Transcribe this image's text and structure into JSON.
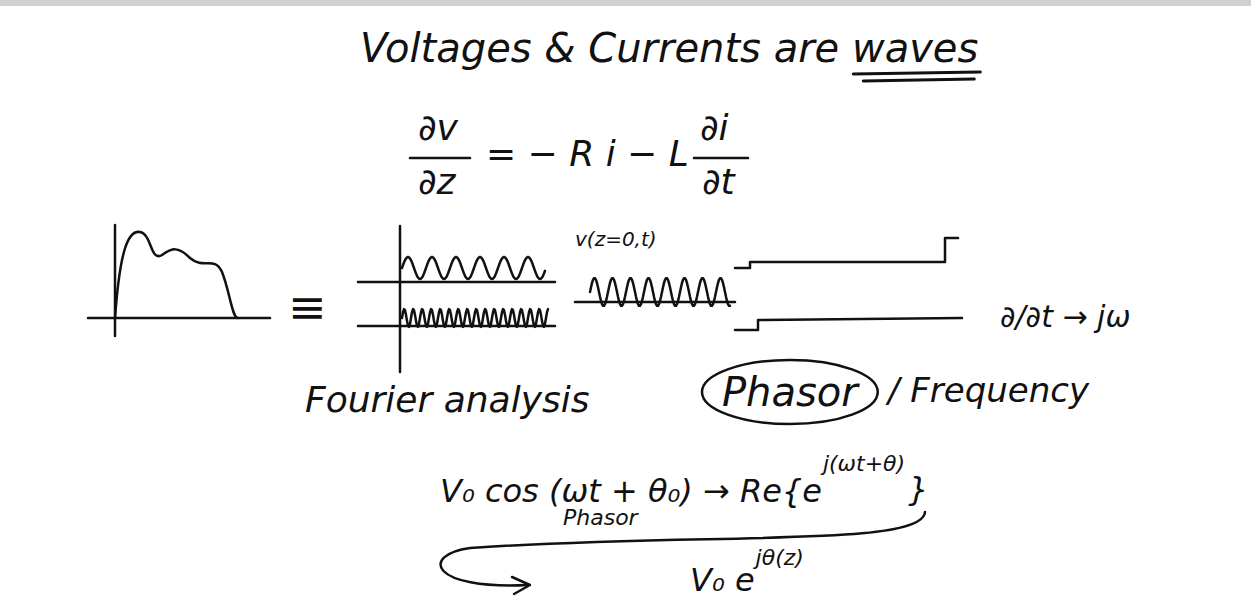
{
  "diagram": {
    "title": "Voltages & Currents are waves",
    "nodes": [
      {
        "text": [
          "Phasor"
        ]
      }
    ],
    "labels": [
      "∂v",
      "∂z",
      "= − R i − L",
      "∂i",
      "∂t",
      "≡",
      "v(z=0,t)",
      "∂/∂t → jω",
      "Fourier analysis",
      "/ Frequency",
      "V₀ cos (ωt + θ₀) → Re{e",
      "j(ωt+θ)",
      "}",
      "Phasor",
      "V₀ e",
      "jθ(z)"
    ]
  }
}
